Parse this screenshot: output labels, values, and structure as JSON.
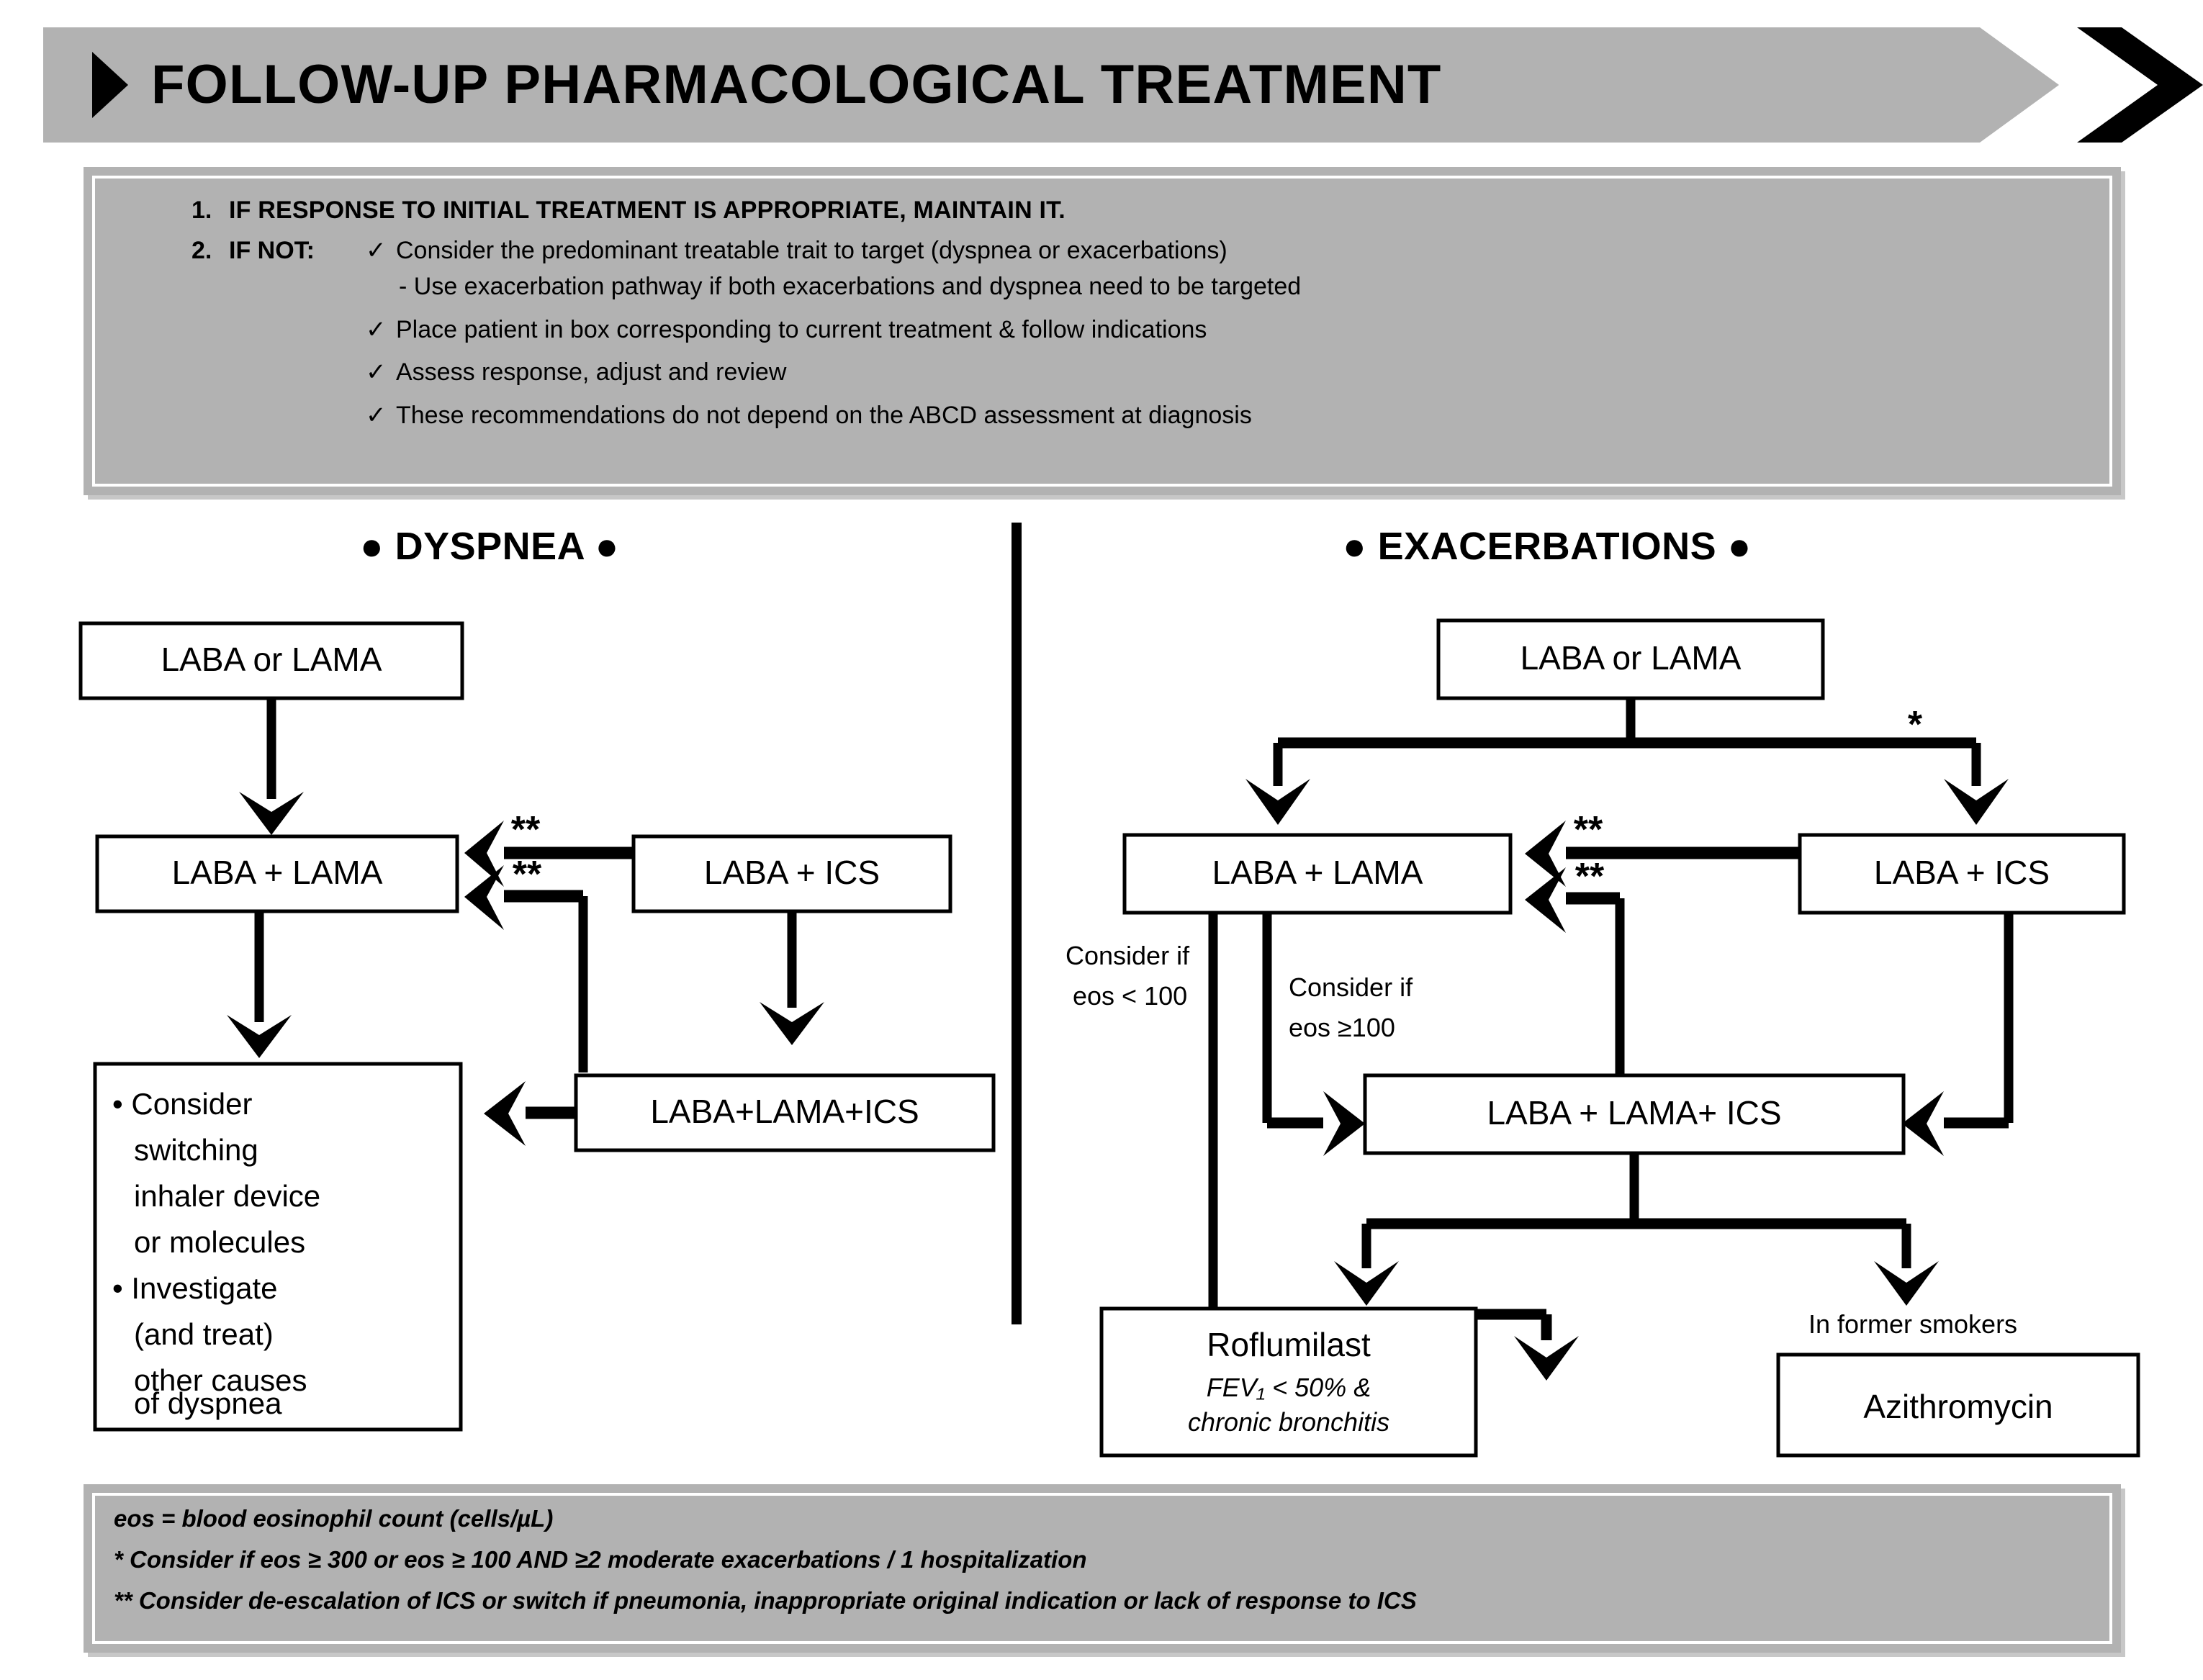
{
  "header": {
    "title": "FOLLOW-UP PHARMACOLOGICAL TREATMENT",
    "banner_color": "#b2b2b2",
    "chevron_color": "#000000"
  },
  "instructions": {
    "item1_number": "1.",
    "item1_text": "IF RESPONSE TO INITIAL TREATMENT IS APPROPRIATE, MAINTAIN IT.",
    "item2_number": "2.",
    "item2_label": "IF NOT:",
    "check_mark": "✓",
    "checks": [
      "Consider the predominant treatable trait to target (dyspnea or exacerbations)",
      "Place patient in box corresponding to current treatment & follow indications",
      "Assess response, adjust and review",
      "These recommendations do not depend on the ABCD assessment at diagnosis"
    ],
    "sub_note": "- Use exacerbation pathway if both exacerbations and dyspnea need to be targeted"
  },
  "sections": {
    "dyspnea_heading": "● DYSPNEA ●",
    "exacerbations_heading": "● EXACERBATIONS ●"
  },
  "dyspnea": {
    "box_top": "LABA or LAMA",
    "box_lama": "LABA + LAMA",
    "box_ics": "LABA + ICS",
    "box_triple": "LABA+LAMA+ICS",
    "marker_upper": "**",
    "marker_lower": "**",
    "outcome_bullets": [
      "• Consider",
      "switching",
      "inhaler device",
      "or molecules",
      "• Investigate",
      "(and treat)",
      "other causes",
      "of dyspnea"
    ]
  },
  "exacerbations": {
    "box_top": "LABA or LAMA",
    "box_lama": "LABA + LAMA",
    "box_ics": "LABA + ICS",
    "box_triple": "LABA + LAMA+ ICS",
    "marker_star": "*",
    "marker_upper": "**",
    "marker_lower": "**",
    "eos_low_l1": "Consider if",
    "eos_low_l2": "eos < 100",
    "eos_high_l1": "Consider if",
    "eos_high_l2": "eos ≥100",
    "roflumilast_title": "Roflumilast",
    "roflumilast_sub1": "FEV₁ < 50% &",
    "roflumilast_sub2": "chronic bronchitis",
    "smokers_note": "In former smokers",
    "azithromycin_title": "Azithromycin"
  },
  "footnotes": {
    "line1": "eos = blood eosinophil count (cells/µL)",
    "line2": "* Consider if eos ≥ 300 or eos ≥ 100 AND ≥2 moderate exacerbations / 1 hospitalization",
    "line3": "** Consider de-escalation of ICS or switch if pneumonia, inappropriate original indication or lack of response to ICS"
  }
}
